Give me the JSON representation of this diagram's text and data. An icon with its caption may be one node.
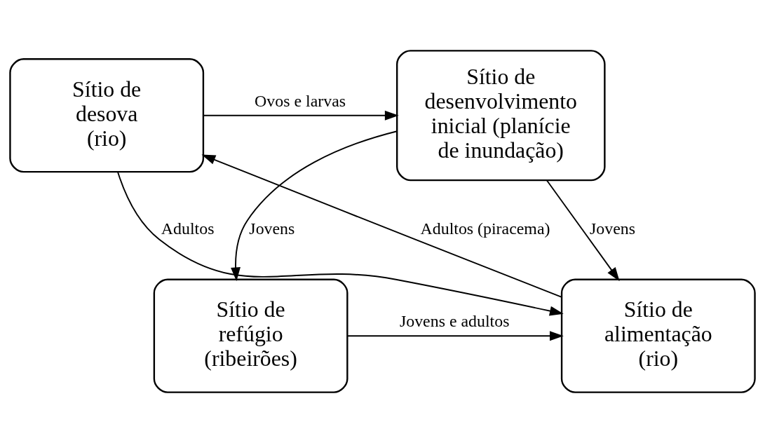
{
  "diagram": {
    "nodes": [
      {
        "text": [
          "Sítio de desova (rio)"
        ]
      },
      {
        "text": [
          "Sítio de desenvolvimento inicial (planície de inundação)"
        ]
      },
      {
        "text": [
          "Sítio de alimentação (rio)"
        ]
      },
      {
        "text": [
          "Sítio de refúgio (ribeirões)"
        ]
      }
    ],
    "edges": [
      {
        "from": 0,
        "to": 1,
        "arrow": "to",
        "label": "Ovos e larvas"
      },
      {
        "from": 1,
        "to": 2,
        "arrow": "to",
        "label": "Jovens"
      },
      {
        "from": 1,
        "to": 3,
        "arrow": "to",
        "label": "Jovens"
      },
      {
        "from": 3,
        "to": 2,
        "arrow": "to",
        "label": "Jovens e adultos"
      },
      {
        "from": 0,
        "to": 2,
        "arrow": "to",
        "label": "Adultos"
      },
      {
        "from": 2,
        "to": 0,
        "arrow": "to",
        "label": "Adultos (piracema)"
      }
    ]
  }
}
